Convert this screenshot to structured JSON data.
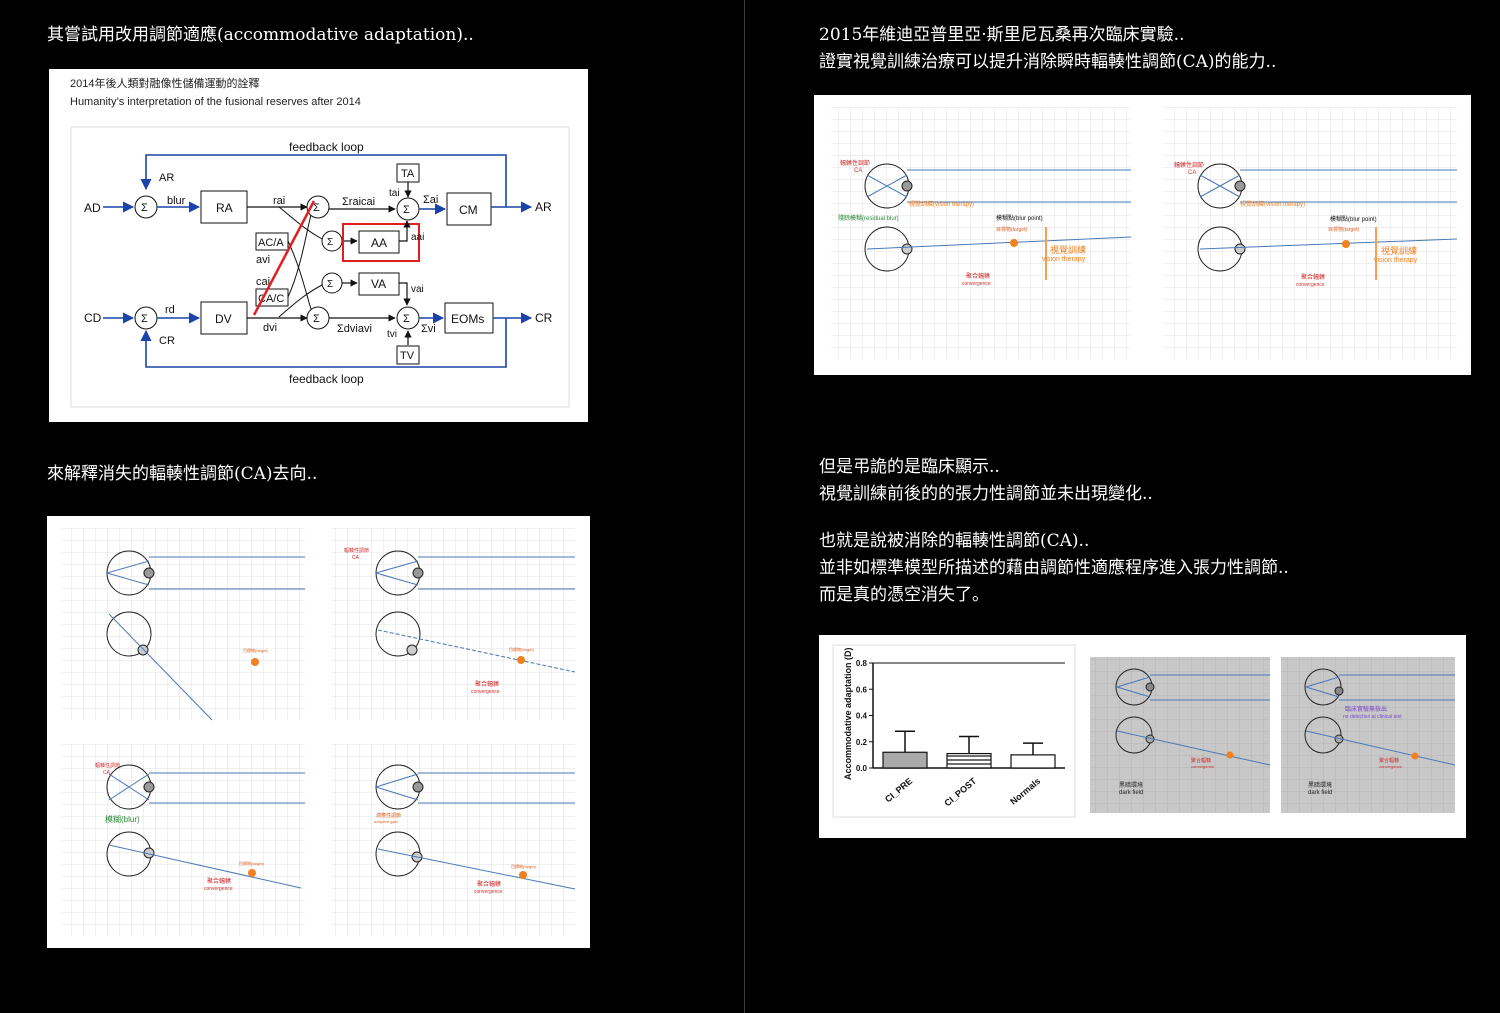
{
  "left": {
    "heading1": "其嘗試用改用調節適應(accommodative adaptation)..",
    "heading2": "來解釋消失的輻輳性調節(CA)去向.."
  },
  "right": {
    "heading1_line1": "2015年維迪亞普里亞·斯里尼瓦桑再次臨床實驗..",
    "heading1_line2": "證實視覺訓練治療可以提升消除瞬時輻輳性調節(CA)的能力..",
    "para_line1": "但是弔詭的是臨床顯示..",
    "para_line2": "視覺訓練前後的的張力性調節並未出現變化..",
    "para_line3": "也就是說被消除的輻輳性調節(CA)..",
    "para_line4": "並非如標準模型所描述的藉由調節性適應程序進入張力性調節..",
    "para_line5": "而是真的憑空消失了。"
  },
  "model_figure": {
    "title_cn": "2014年後人類對融像性儲備運動的詮釋",
    "title_en": "Humanity’s interpretation of the fusional reserves after 2014",
    "feedback_top": "feedback loop",
    "feedback_bottom": "feedback loop",
    "AD": "AD",
    "AR_in": "AR",
    "blur": "blur",
    "RA": "RA",
    "rai": "rai",
    "sum_raicai": "Σraicai",
    "tai": "tai",
    "sum_ai": "Σai",
    "CM": "CM",
    "AR_out": "AR",
    "TA": "TA",
    "ACA": "AC/A",
    "avi": "avi",
    "AA": "AA",
    "aai": "aai",
    "cai": "cai",
    "CAC": "CA/C",
    "VA": "VA",
    "vai": "vai",
    "CD": "CD",
    "CR_in": "CR",
    "rd": "rd",
    "DV": "DV",
    "dvi": "dvi",
    "sum_dviavi": "Σdviavi",
    "tvi": "tvi",
    "sum_vi": "Σvi",
    "EOMs": "EOMs",
    "CR_out": "CR",
    "TV": "TV",
    "sigma": "Σ",
    "plus": "+",
    "minus": "-"
  },
  "eye_diagrams": {
    "ca_label": "輻輳性調節",
    "ca_en": "CA",
    "target_label": "目標物(target)",
    "convergence_cn": "聚合輻輳",
    "convergence_en": "convergence",
    "blur_label": "模糊(blur)",
    "adaptive_cn": "適應性調節",
    "adaptive_en": "adaptive gain",
    "residual_blur": "殘餘模糊(residual blur)",
    "vision_therapy_cn": "視覺訓練",
    "vision_therapy_en": "vision therapy",
    "vt_arrow_label": "視覺訓練(vision therapy)",
    "blur_point": "模糊點(blur point)",
    "dark_field_cn": "黑暗環境",
    "dark_field_en": "dark field",
    "clinical_cn": "臨床實驗無檢出",
    "clinical_en": "no detection at clinical test"
  },
  "chart_data": {
    "type": "bar",
    "categories": [
      "CI_PRE",
      "CI_POST",
      "Normals"
    ],
    "values": [
      0.12,
      0.11,
      0.1
    ],
    "error_upper": [
      0.28,
      0.24,
      0.19
    ],
    "ylabel": "Accommodative adaptation (D)",
    "ylim": [
      0,
      0.8
    ],
    "yticks": [
      "0.0",
      "0.2",
      "0.4",
      "0.6",
      "0.8"
    ],
    "fills": [
      "#aaaaaa",
      "striped",
      "#ffffff"
    ]
  }
}
